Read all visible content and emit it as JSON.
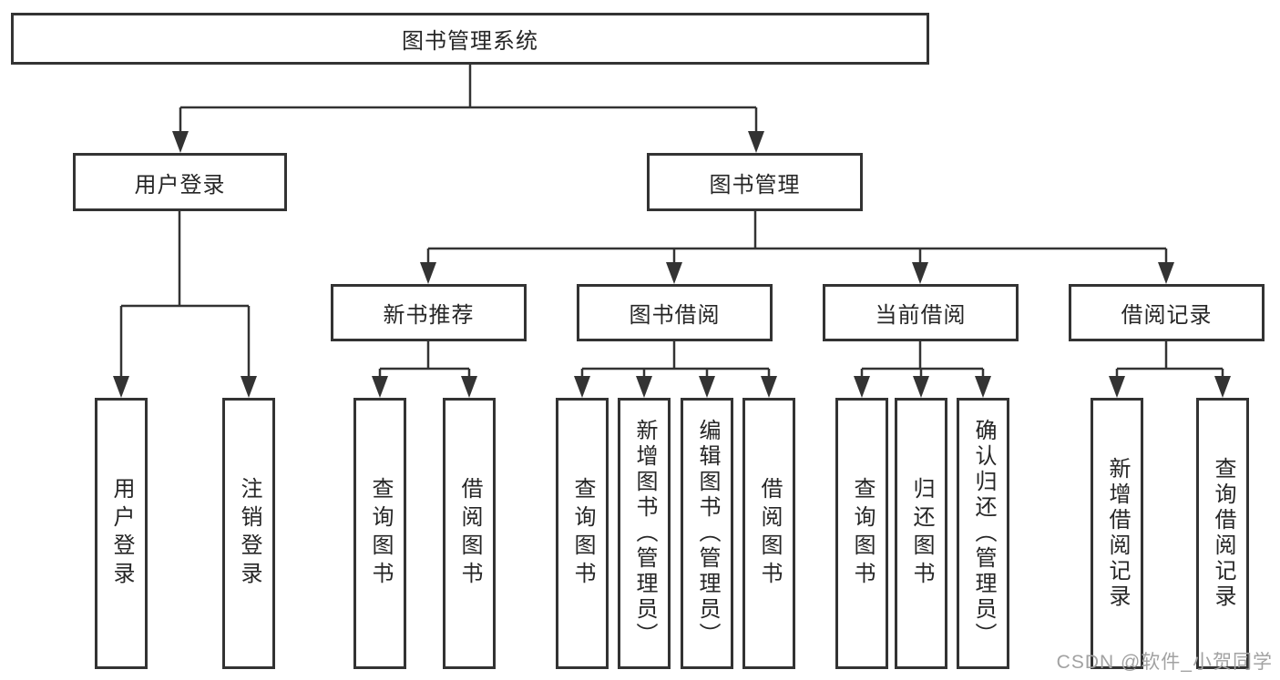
{
  "title": "图书管理系统",
  "user_branch": {
    "label": "用户登录",
    "children": [
      "用户登录",
      "注销登录"
    ]
  },
  "book_branch": {
    "label": "图书管理",
    "sections": [
      {
        "label": "新书推荐",
        "children": [
          "查询图书",
          "借阅图书"
        ]
      },
      {
        "label": "图书借阅",
        "children": [
          "查询图书",
          "新增图书（管理员）",
          "编辑图书（管理员）",
          "借阅图书"
        ]
      },
      {
        "label": "当前借阅",
        "children": [
          "查询图书",
          "归还图书",
          "确认归还（管理员）"
        ]
      },
      {
        "label": "借阅记录",
        "children": [
          "新增借阅记录",
          "查询借阅记录"
        ]
      }
    ]
  },
  "watermark": "CSDN @软件_小贺同学",
  "colors": {
    "line": "#333333",
    "text": "#262626",
    "watermark": "#a2a2a2",
    "background": "#ffffff"
  }
}
